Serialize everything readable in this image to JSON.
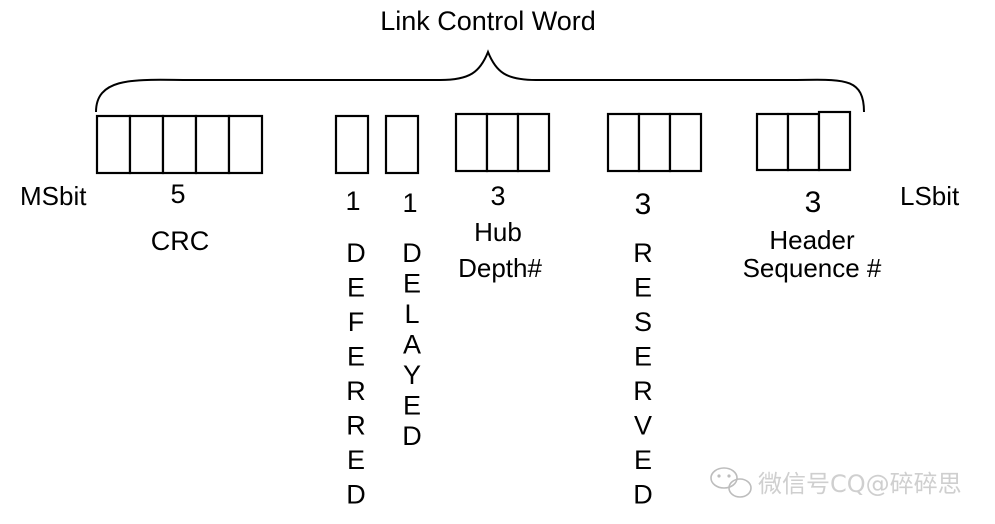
{
  "title": "Link Control Word",
  "ends": {
    "msb": "MSbit",
    "lsb": "LSbit"
  },
  "fields": [
    {
      "id": "crc",
      "bits": 5,
      "count": "5",
      "name_lines": [
        "CRC"
      ]
    },
    {
      "id": "deferred",
      "bits": 1,
      "count": "1",
      "vertical": "DEFERRED"
    },
    {
      "id": "delayed",
      "bits": 1,
      "count": "1",
      "vertical": "DELAYED"
    },
    {
      "id": "hub-depth",
      "bits": 3,
      "count": "3",
      "name_lines": [
        "Hub",
        "Depth#"
      ]
    },
    {
      "id": "reserved",
      "bits": 3,
      "count": "3",
      "vertical": "RESERVED"
    },
    {
      "id": "header-seq",
      "bits": 3,
      "count": "3",
      "name_lines": [
        "Header",
        "Sequence #"
      ]
    }
  ],
  "watermark": "微信号CQ@碎碎思"
}
